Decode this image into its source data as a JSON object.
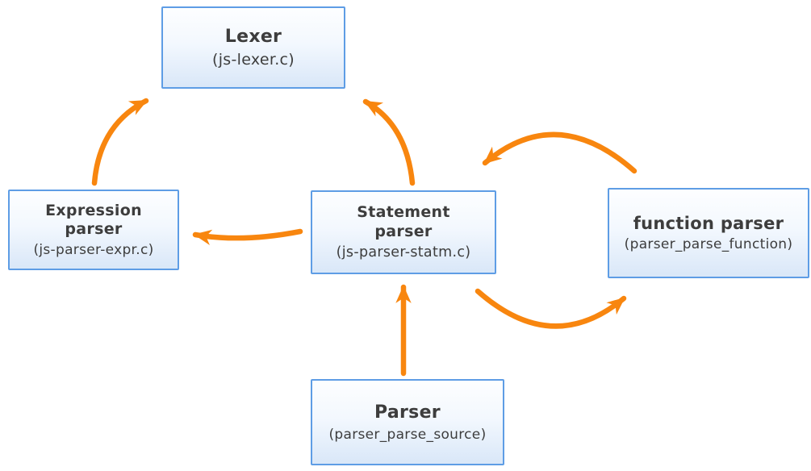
{
  "diagram": {
    "colors": {
      "accent_orange": "#f8860f",
      "box_border": "#5e9de5",
      "box_fill_top": "#fdfeff",
      "box_fill_bottom": "#d9e7f8",
      "text_color": "#3d3d3d"
    },
    "nodes": [
      {
        "id": "lexer",
        "title": "Lexer",
        "subtitle": "(js-lexer.c)"
      },
      {
        "id": "expression-parser",
        "title": "Expression parser",
        "subtitle": "(js-parser-expr.c)"
      },
      {
        "id": "statement-parser",
        "title": "Statement parser",
        "subtitle": "(js-parser-statm.c)"
      },
      {
        "id": "function-parser",
        "title": "function parser",
        "subtitle": "(parser_parse_function)"
      },
      {
        "id": "parser",
        "title": "Parser",
        "subtitle": "(parser_parse_source)"
      }
    ],
    "edges": [
      {
        "from": "expression-parser",
        "to": "lexer"
      },
      {
        "from": "statement-parser",
        "to": "lexer"
      },
      {
        "from": "statement-parser",
        "to": "expression-parser"
      },
      {
        "from": "function-parser",
        "to": "statement-parser"
      },
      {
        "from": "statement-parser",
        "to": "function-parser"
      },
      {
        "from": "parser",
        "to": "statement-parser"
      }
    ]
  }
}
